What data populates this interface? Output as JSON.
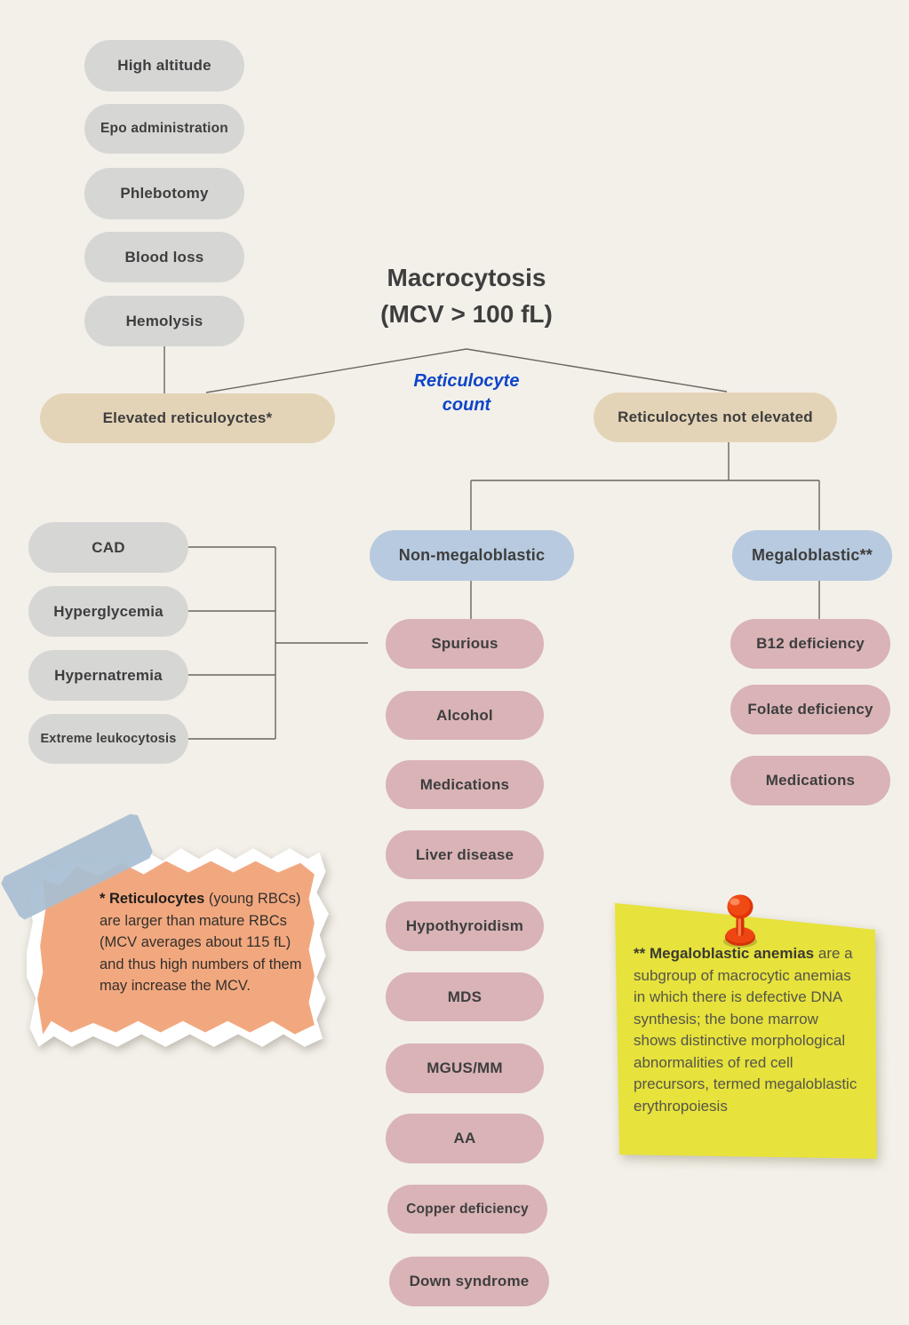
{
  "title": {
    "line1": "Macrocytosis",
    "line2": "(MCV > 100 fL)"
  },
  "decision": {
    "line1": "Reticulocyte",
    "line2": "count"
  },
  "elevated_reticulocyte_causes": [
    "High altitude",
    "Epo administration",
    "Phlebotomy",
    "Blood loss",
    "Hemolysis"
  ],
  "branches": {
    "left": "Elevated reticuloyctes*",
    "right": "Reticulocytes not elevated"
  },
  "spurious_causes": [
    "CAD",
    "Hyperglycemia",
    "Hypernatremia",
    "Extreme leukocytosis"
  ],
  "categories": {
    "non_megaloblastic": "Non-megaloblastic",
    "megaloblastic": "Megaloblastic**"
  },
  "non_megaloblastic_causes": [
    "Spurious",
    "Alcohol",
    "Medications",
    "Liver disease",
    "Hypothyroidism",
    "MDS",
    "MGUS/MM",
    "AA",
    "Copper deficiency",
    "Down syndrome"
  ],
  "megaloblastic_causes": [
    "B12 deficiency",
    "Folate deficiency",
    "Medications"
  ],
  "footnote_reticulocytes": {
    "bold": "* Reticulocytes",
    "text": " (young RBCs) are larger than mature RBCs (MCV averages about 115 fL) and thus high numbers of them may increase the MCV."
  },
  "footnote_megaloblastic": {
    "bold": "** Megaloblastic anemias",
    "text": " are a subgroup of macrocytic anemias in which there is defective DNA synthesis; the bone marrow shows distinctive morphological abnormalities of red cell precursors, termed megaloblastic erythropoiesis"
  },
  "palette": {
    "background": "#f3f0e9",
    "gray_pill": "#d6d6d5",
    "tan_pill": "#e4d4b7",
    "blue_pill": "#b7cadf",
    "pink_pill": "#d9b3b6",
    "orange_note": "#f2a87f",
    "tape": "#a8becf",
    "yellow_note": "#e7e23c",
    "pin_red": "#ea3c10",
    "decision_text": "#0d45c8",
    "line": "#6a645d",
    "text": "#3e3e3e"
  }
}
